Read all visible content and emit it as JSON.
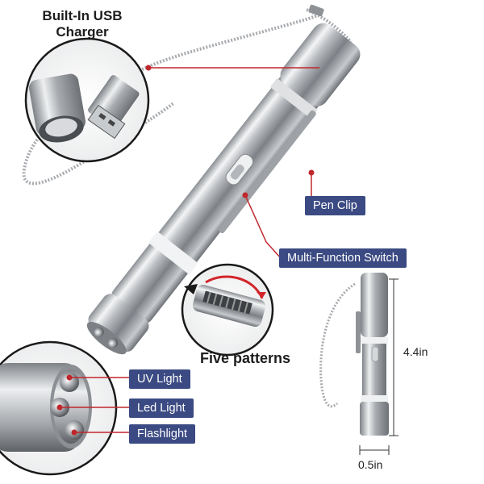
{
  "labels": {
    "usb_line1": "Built-In USB",
    "usb_line2": "Charger",
    "pen_clip": "Pen Clip",
    "multi_switch": "Multi-Function Switch",
    "five_patterns": "Five patterns",
    "uv_light": "UV Light",
    "led_light": "Led Light",
    "flashlight": "Flashlight",
    "length": "4.4in",
    "width": "0.5in"
  },
  "colors": {
    "badge": "#3b4a82",
    "pointer_line": "#c0272d",
    "metal": "#c9ccd0"
  }
}
